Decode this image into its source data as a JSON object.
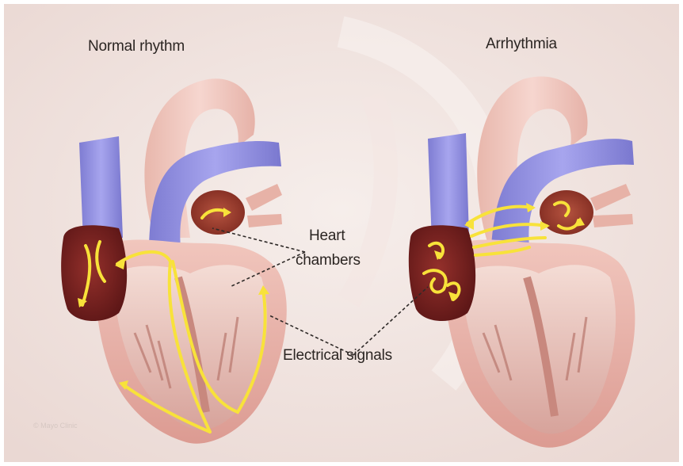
{
  "panels": {
    "normal_title": "Normal rhythm",
    "arrhythmia_title": "Arrhythmia"
  },
  "callouts": {
    "heart": "Heart",
    "chambers": "chambers",
    "signals": "Electrical signals"
  },
  "watermark": "© Mayo Clinic",
  "colors": {
    "signal": "#f8e23a",
    "vein": "#8f8ee0",
    "atrium": "#7a1f1f",
    "muscle": "#e9b3aa",
    "aorta": "#f1c9bf"
  }
}
